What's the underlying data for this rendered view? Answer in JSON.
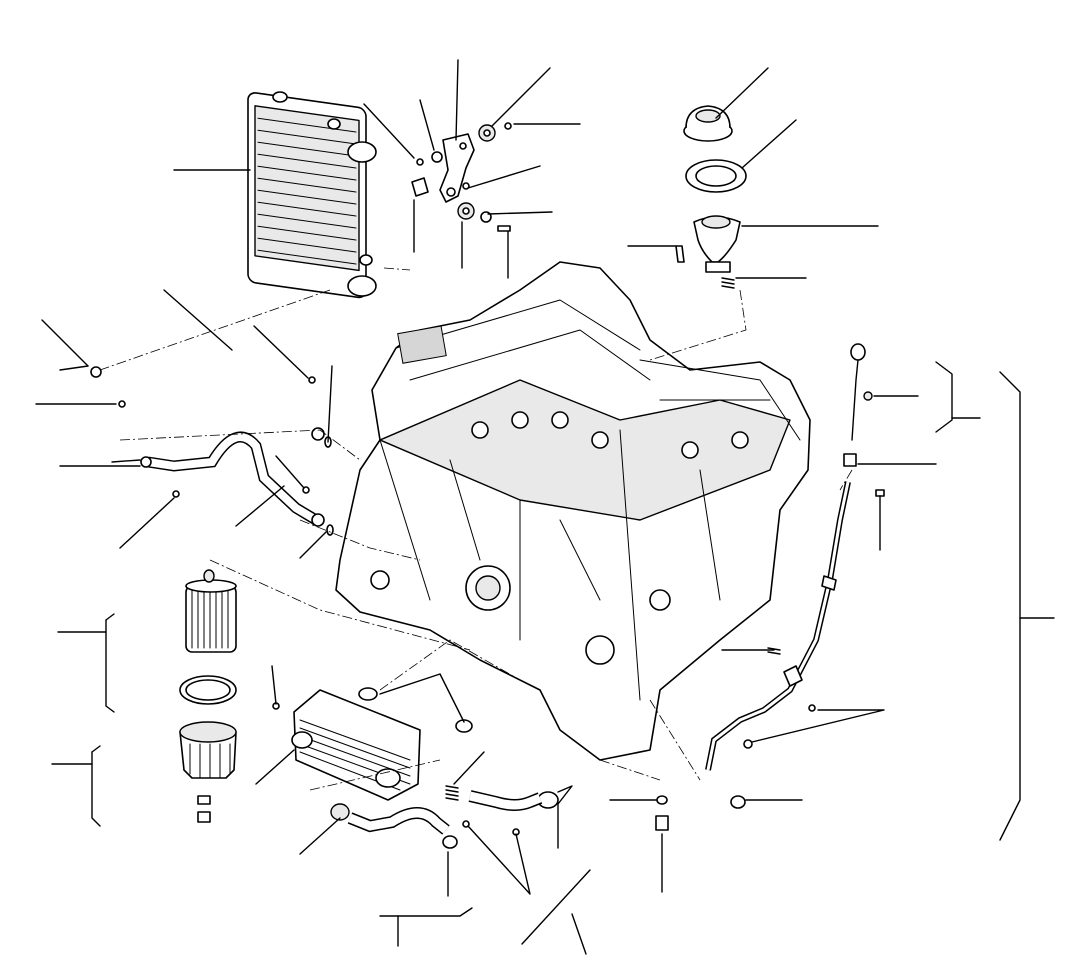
{
  "diagram": {
    "type": "exploded-parts-diagram",
    "text_labels": [],
    "groups": [
      {
        "name": "radiator-assembly",
        "callouts": 1
      },
      {
        "name": "bracket-and-fasteners",
        "callouts": 6
      },
      {
        "name": "thermostat-housing-assembly",
        "callouts": 5
      },
      {
        "name": "coolant-pipes-left",
        "callouts": 9
      },
      {
        "name": "engine-block",
        "callouts": 1
      },
      {
        "name": "oil-filter-assembly",
        "callouts": 2
      },
      {
        "name": "oil-cooler-assembly",
        "callouts": 6
      },
      {
        "name": "oil-dipstick-and-guide-tube",
        "callouts": 7
      },
      {
        "name": "drain-plug",
        "callouts": 1
      }
    ]
  }
}
